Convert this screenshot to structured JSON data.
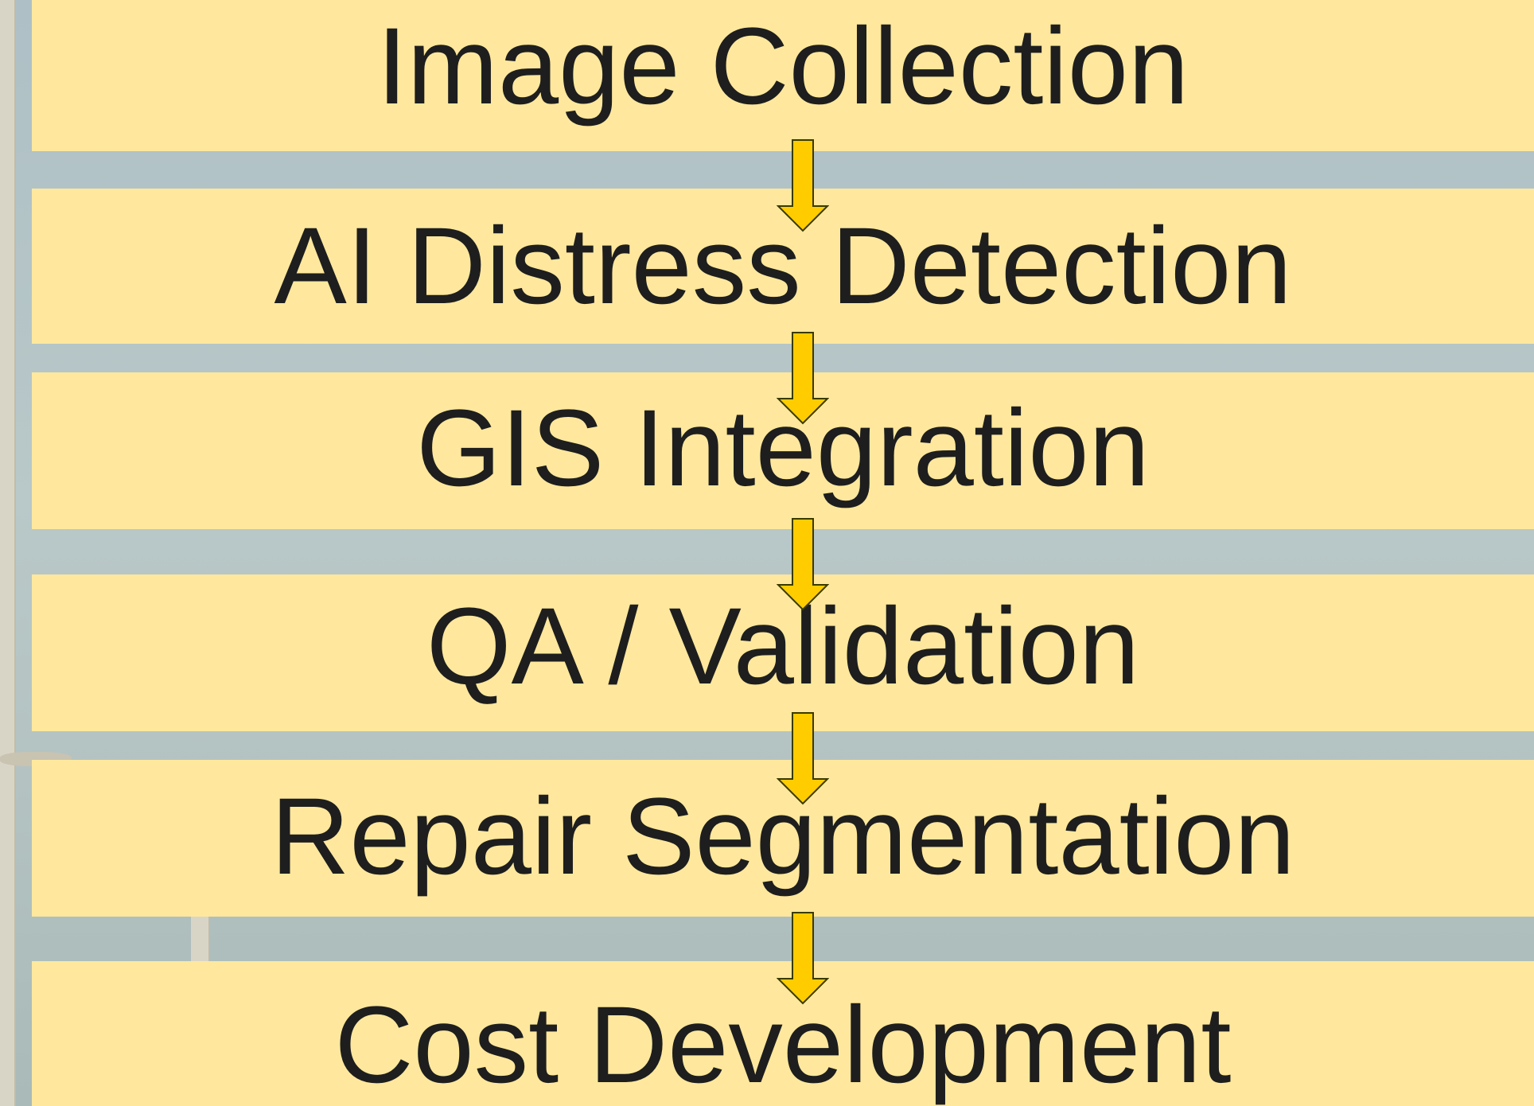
{
  "diagram": {
    "steps": [
      {
        "label": "Image Collection"
      },
      {
        "label": "AI Distress Detection"
      },
      {
        "label": "GIS Integration"
      },
      {
        "label": "QA / Validation"
      },
      {
        "label": "Repair Segmentation"
      },
      {
        "label": "Cost Development"
      }
    ]
  },
  "colors": {
    "band_fill": "#ffe89d",
    "arrow_fill": "#ffcc00",
    "arrow_outline": "#3a3a00",
    "text": "#1e1e1e",
    "background": "#b7c5c8"
  }
}
